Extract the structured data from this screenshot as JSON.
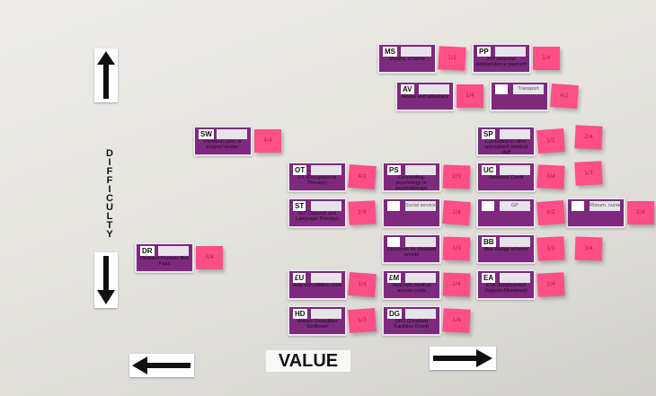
{
  "axes": {
    "y_label": "DIFFICULTY",
    "x_label": "VALUE"
  },
  "cards": [
    {
      "code": "MS",
      "title": "Mobility scheme"
    },
    {
      "code": "PP",
      "title": "PIP personal independence payment"
    },
    {
      "code": "AV",
      "title": "Advice and advocacy"
    },
    {
      "code": "",
      "title": "",
      "handwritten": "Transport"
    },
    {
      "code": "SW",
      "title": "Personal carer or support worker"
    },
    {
      "code": "OT",
      "title": "OT (Occupational Therapy)"
    },
    {
      "code": "PS",
      "title": "Counselling, psychology or psychotherapy"
    },
    {
      "code": "SP",
      "title": "Consultant or other specialised medical staff"
    },
    {
      "code": "UC",
      "title": "Universal Credit"
    },
    {
      "code": "ST",
      "title": "SLT (Speech and Language Therapy)"
    },
    {
      "code": "",
      "title": "",
      "handwritten": "Social services"
    },
    {
      "code": "",
      "title": "",
      "handwritten": "GP"
    },
    {
      "code": "",
      "title": "Discounts for disabled people"
    },
    {
      "code": "",
      "title": "",
      "handwritten": "Rheum. nurse"
    },
    {
      "code": "DR",
      "title": "Disabled Persons Bus Pass"
    },
    {
      "code": "£U",
      "title": "Help with utilities costs"
    },
    {
      "code": "£M",
      "title": "Help with medical access costs"
    },
    {
      "code": "BB",
      "title": "Blue Badge scheme"
    },
    {
      "code": "DG",
      "title": "DFG (Disabled Facilities Grant)"
    },
    {
      "code": "EA",
      "title": "ESA (Employment Support Allowance)"
    },
    {
      "code": "HD",
      "title": "Hidden Disabilities Sunflower"
    }
  ],
  "notes": [
    "1/1",
    "1/4",
    "1/4",
    "4/2",
    "4/4",
    "4/2",
    "2/3",
    "1/1",
    "3/4",
    "2/4",
    "4/2",
    "1/4",
    "1/3",
    "2/4",
    "1/1",
    "3/4",
    "1/4",
    "1/4",
    "1/4",
    "1/3",
    "2/4",
    "2/4",
    "1/3",
    "3/4"
  ]
}
